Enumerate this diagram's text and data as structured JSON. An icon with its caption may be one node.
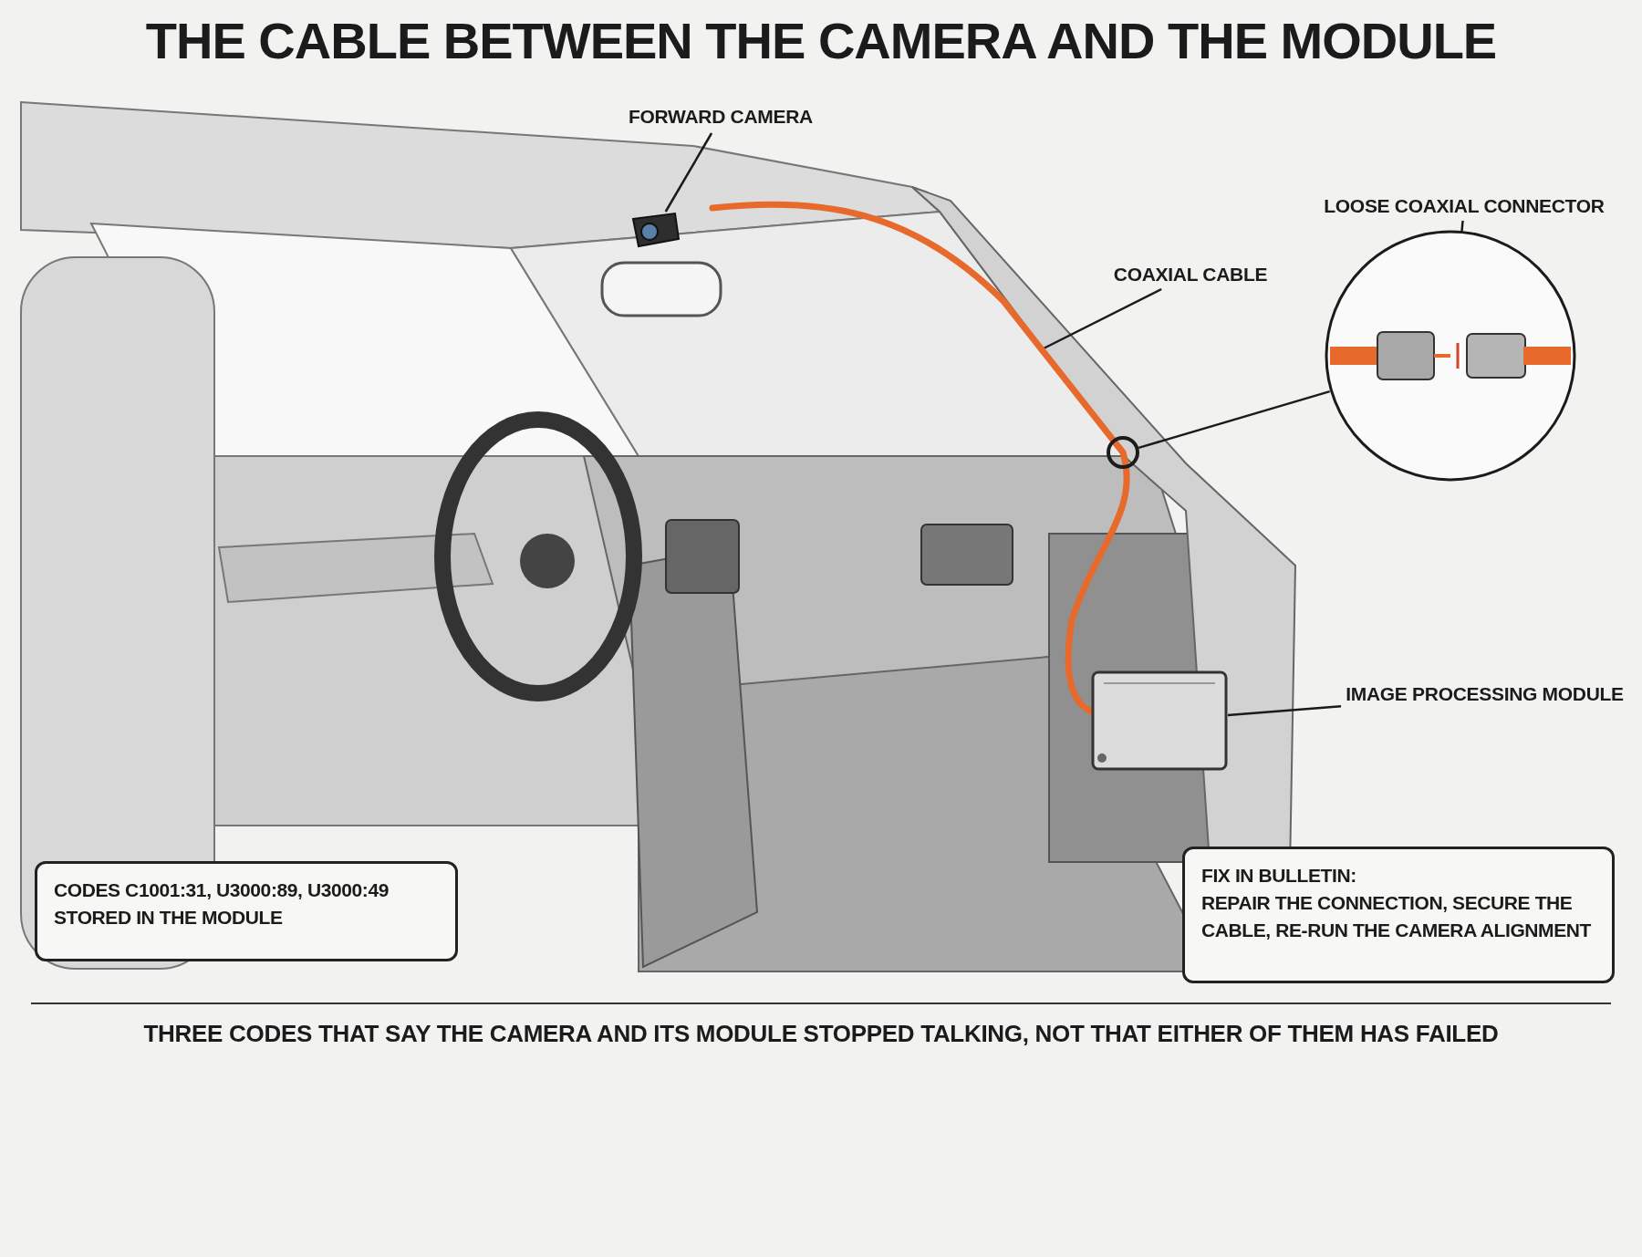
{
  "diagram": {
    "title": "THE CABLE BETWEEN THE CAMERA AND THE MODULE",
    "caption": "THREE CODES THAT SAY THE CAMERA AND ITS MODULE STOPPED TALKING, NOT THAT EITHER OF THEM HAS FAILED",
    "nodes": [
      {
        "text": [
          "FORWARD CAMERA"
        ]
      },
      {
        "text": [],
        "shape": "picture"
      },
      {
        "text": [
          "COAXIAL CABLE"
        ]
      },
      {
        "text": [],
        "shape": "picture"
      },
      {
        "text": [
          "LOOSE COAXIAL CONNECTOR"
        ]
      },
      {
        "text": [],
        "shape": "circle"
      },
      {
        "text": [],
        "shape": "picture",
        "in": 5
      },
      {
        "text": [],
        "shape": "circle"
      },
      {
        "text": [
          "IMAGE PROCESSING MODULE"
        ]
      },
      {
        "text": [],
        "shape": "box"
      },
      {
        "text": [
          "CODES C1001:31, U3000:89, U3000:49 STORED IN THE MODULE"
        ]
      },
      {
        "text": [
          "FIX IN BULLETIN:",
          "REPAIR THE CONNECTION, SECURE THE CABLE, RE-RUN THE CAMERA ALIGNMENT"
        ]
      }
    ],
    "edges": [
      {
        "from": 0,
        "to": 1,
        "arrow": "none"
      },
      {
        "from": 2,
        "to": 3,
        "arrow": "none"
      },
      {
        "from": 4,
        "to": 6,
        "arrow": "none"
      },
      {
        "from": 7,
        "to": 5,
        "arrow": "none"
      },
      {
        "from": 8,
        "to": 9,
        "arrow": "none"
      }
    ]
  }
}
